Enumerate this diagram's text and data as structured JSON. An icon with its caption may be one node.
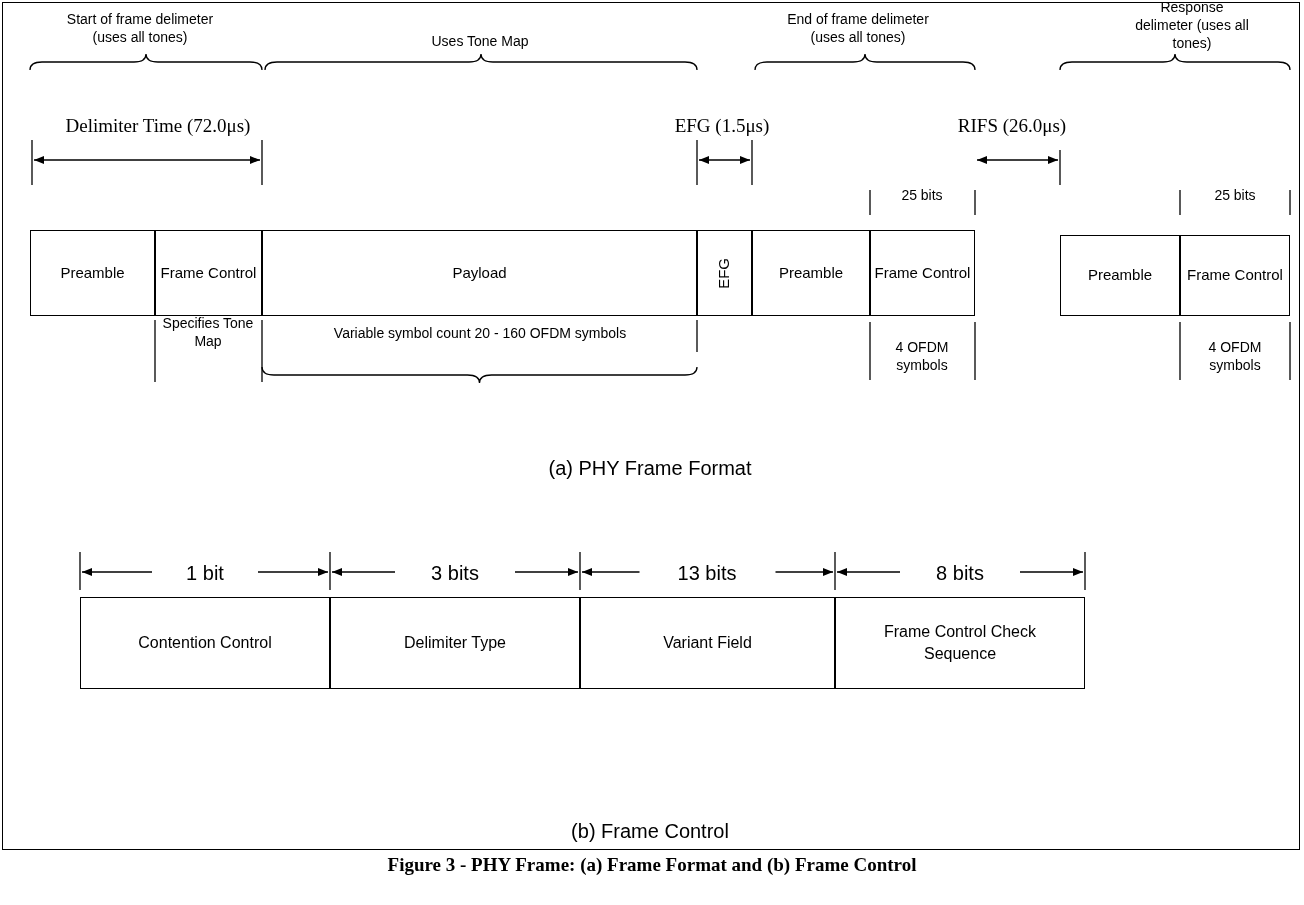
{
  "diagram": {
    "caption": "Figure 3 - PHY Frame: (a) Frame Format and (b) Frame Control",
    "nodes": [
      {
        "text": [
          "Preamble"
        ]
      },
      {
        "text": [
          "Frame Control"
        ]
      },
      {
        "text": [
          "Payload"
        ]
      },
      {
        "text": [
          "EFG"
        ]
      },
      {
        "text": [
          "Preamble"
        ]
      },
      {
        "text": [
          "Frame Control"
        ]
      },
      {
        "text": [
          "Preamble"
        ]
      },
      {
        "text": [
          "Frame Control"
        ]
      },
      {
        "text": [
          "Contention Control"
        ]
      },
      {
        "text": [
          "Delimiter Type"
        ]
      },
      {
        "text": [
          "Variant Field"
        ]
      },
      {
        "text": [
          "Frame Control Check Sequence"
        ]
      }
    ],
    "labels": [
      "Start of frame delimeter (uses all tones)",
      "Uses Tone Map",
      "End of frame delimeter (uses all tones)",
      "Response delimeter (uses all tones)",
      "Delimiter Time (72.0μs)",
      "EFG (1.5μs)",
      "RIFS (26.0μs)",
      "25 bits",
      "25 bits",
      "Specifies Tone Map",
      "Variable symbol count 20 - 160 OFDM symbols",
      "4 OFDM symbols",
      "4 OFDM symbols",
      "(a) PHY Frame Format",
      "1 bit",
      "3 bits",
      "13 bits",
      "8 bits",
      "(b) Frame Control"
    ]
  }
}
